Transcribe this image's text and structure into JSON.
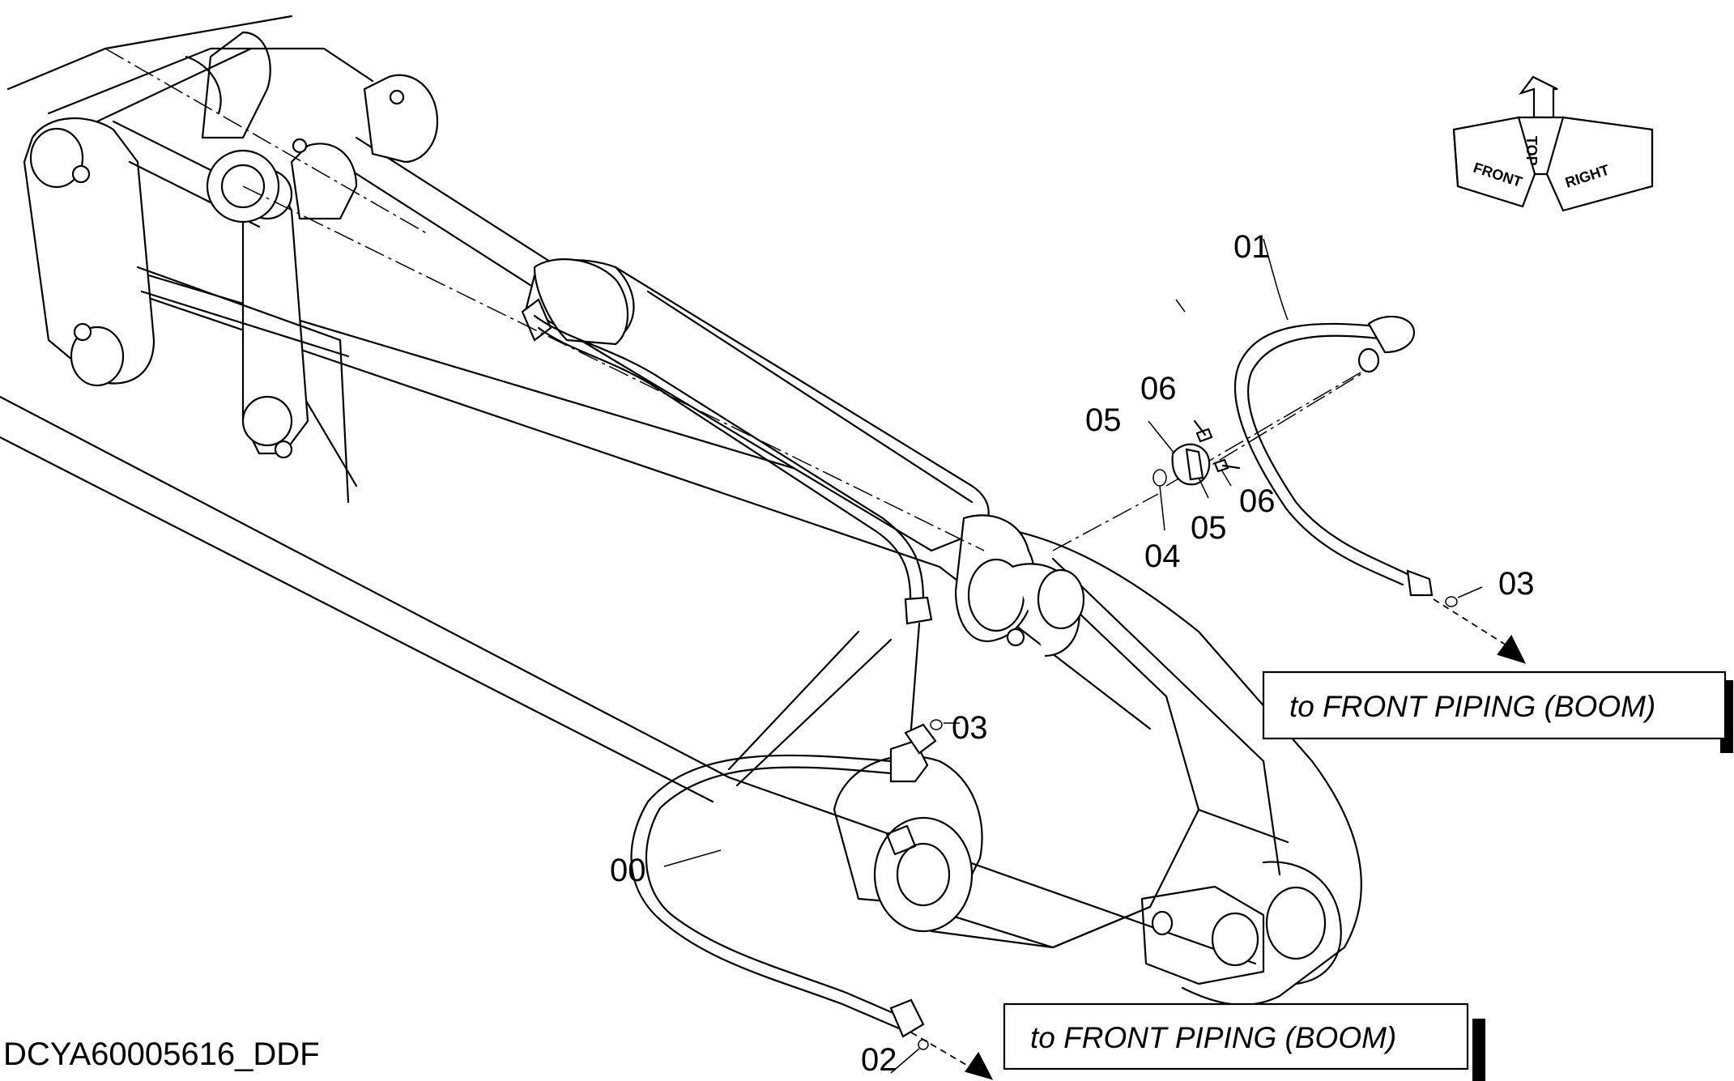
{
  "diagram": {
    "document_code": "DCYA60005616_DDF",
    "callouts": {
      "c00": "00",
      "c01": "01",
      "c02": "02",
      "c03a": "03",
      "c03b": "03",
      "c04": "04",
      "c05a": "05",
      "c05b": "05",
      "c06a": "06",
      "c06b": "06"
    },
    "destination_labels": {
      "upper": "to FRONT PIPING (BOOM)",
      "lower": "to FRONT PIPING (BOOM)"
    },
    "orientation_indicator": {
      "front": "FRONT",
      "top": "TOP",
      "right": "RIGHT"
    }
  }
}
